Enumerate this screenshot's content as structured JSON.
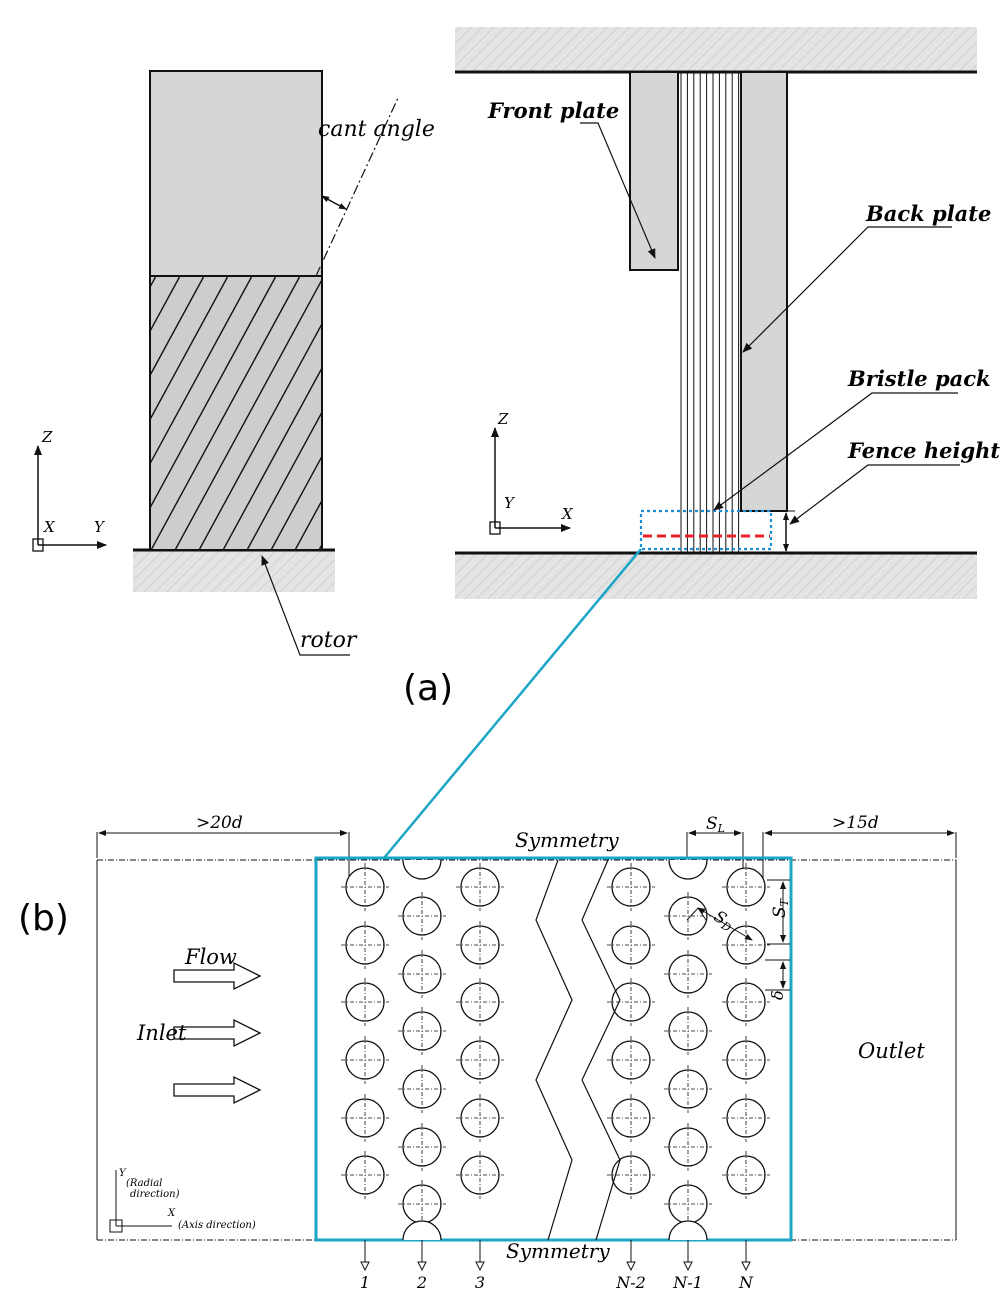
{
  "panel_a": {
    "caption": "(a)",
    "left_view": {
      "cant_angle_label": "cant angle",
      "rotor_label": "rotor",
      "axis_z": "Z",
      "axis_x": "X",
      "axis_y": "Y"
    },
    "right_view": {
      "front_plate_label": "Front plate",
      "back_plate_label": "Back plate",
      "bristle_pack_label": "Bristle pack",
      "fence_height_label": "Fence height",
      "axis_z": "Z",
      "axis_y": "Y",
      "axis_x": "X"
    }
  },
  "panel_b": {
    "caption": "(b)",
    "symmetry_top": "Symmetry",
    "symmetry_bottom": "Symmetry",
    "inlet_dim": ">20d",
    "outlet_dim": ">15d",
    "flow_label": "Flow",
    "inlet_label": "Inlet",
    "outlet_label": "Outlet",
    "sl_label": "S",
    "sl_sub": "L",
    "sd_label": "S",
    "sd_sub": "D",
    "st_label": "S",
    "st_sub": "T",
    "delta_label": "δ",
    "axis_y": "Y",
    "axis_y_desc_1": "(Radial",
    "axis_y_desc_2": "direction)",
    "axis_x": "X",
    "axis_x_desc": "(Axis direction)",
    "row_labels": [
      "1",
      "2",
      "3",
      "N-2",
      "N-1",
      "N"
    ]
  },
  "colors": {
    "line": "#111111",
    "plate_fill": "#d4d4d4",
    "hatch_fill": "#c8c8c8",
    "ground_fill": "#e2e2e2",
    "zoom_blue": "#1aa6c4",
    "dotted_blue": "#1a8fd8",
    "fence_red": "#e8202a"
  }
}
